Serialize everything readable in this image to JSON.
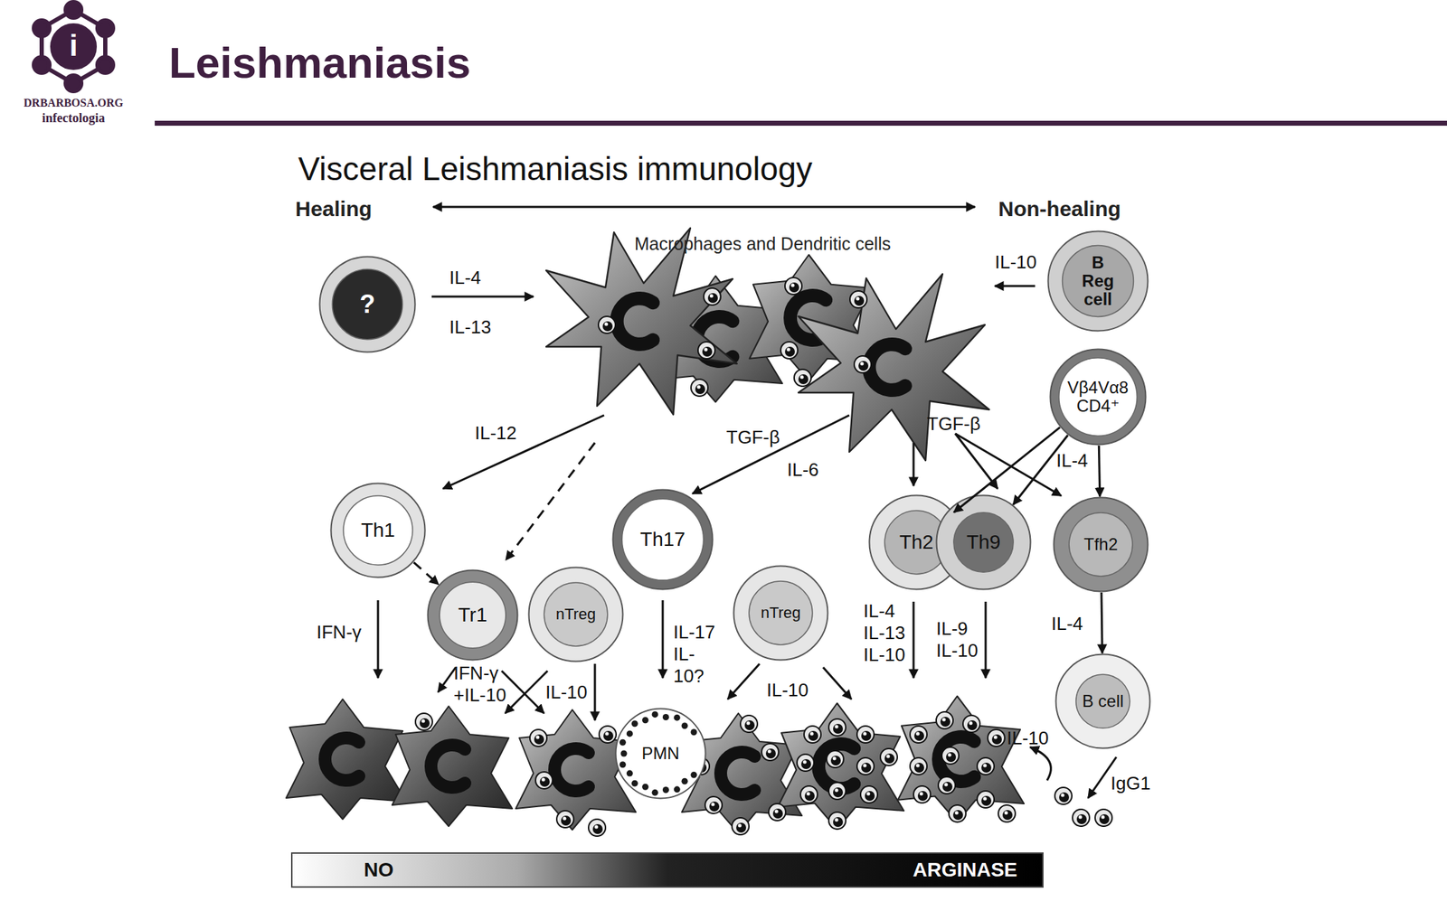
{
  "diagram": {
    "title": "Leishmaniasis",
    "nodes": [
      {
        "text": [
          "?"
        ]
      },
      {
        "text": [
          "B Reg cell"
        ]
      },
      {
        "text": [
          "Vβ4Vα8 CD4⁺"
        ]
      },
      {
        "text": [
          "Th1"
        ]
      },
      {
        "text": [
          "Th17"
        ]
      },
      {
        "text": [
          "Th2"
        ]
      },
      {
        "text": [
          "Th9"
        ]
      },
      {
        "text": [
          "Tfh2"
        ]
      },
      {
        "text": [
          "Tr1"
        ]
      },
      {
        "text": [
          "nTreg"
        ]
      },
      {
        "text": [
          "nTreg"
        ]
      },
      {
        "text": [
          "B cell"
        ]
      },
      {
        "text": [
          "PMN"
        ]
      }
    ],
    "edges": [
      {
        "from": 3,
        "to": 8,
        "arrow": "to"
      },
      {
        "from": 2,
        "to": 5,
        "arrow": "to"
      },
      {
        "from": 2,
        "to": 6,
        "arrow": "to"
      },
      {
        "from": 2,
        "to": 7,
        "label": "IL-4",
        "arrow": "to"
      },
      {
        "from": 7,
        "to": 11,
        "label": "IL-4",
        "arrow": "to"
      }
    ],
    "labels": [
      "DRBARBOSA.ORG",
      "infectologia",
      "i",
      "Visceral Leishmaniasis immunology",
      "Healing",
      "Non-healing",
      "Macrophages and Dendritic cells",
      "IL-4",
      "IL-13",
      "IL-10",
      "IL-12",
      "TGF-β",
      "IL-6",
      "TGF-β",
      "IFN-γ",
      "IFN-γ +IL-10",
      "IL-10",
      "IL-17 IL-10?",
      "IL-10",
      "IL-4 IL-13 IL-10",
      "IL-9 IL-10",
      "IL-10",
      "IgG1",
      "NO",
      "ARGINASE"
    ]
  }
}
